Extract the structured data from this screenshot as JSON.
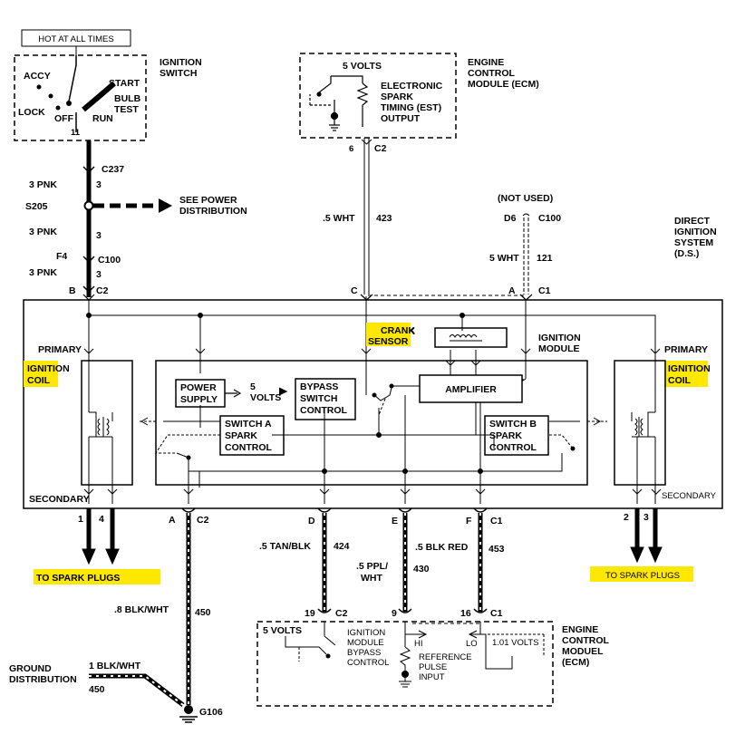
{
  "hot_label": "HOT AT ALL TIMES",
  "ignition_switch": {
    "title1": "IGNITION",
    "title2": "SWITCH",
    "accy": "ACCY",
    "lock": "LOCK",
    "off": "OFF",
    "start": "START",
    "bulb": "BULB",
    "test": "TEST",
    "run": "RUN",
    "pin": "11"
  },
  "ecm_top": {
    "title1": "ENGINE",
    "title2": "CONTROL",
    "title3": "MODULE (ECM)",
    "volts": "5 VOLTS",
    "est1": "ELECTRONIC",
    "est2": "SPARK",
    "est3": "TIMING (EST)",
    "est4": "OUTPUT",
    "pin": "6",
    "conn": "C2"
  },
  "power_circuit": {
    "c237": "C237",
    "pnk1": "3 PNK",
    "pnk1_n": "3",
    "s205": "S205",
    "see1": "SEE POWER",
    "see2": "DISTRIBUTION",
    "pnk2": "3 PNK",
    "pnk2_n": "3",
    "f4": "F4",
    "c100": "C100",
    "pnk3": "3 PNK",
    "pnk3_n": "3",
    "b": "B",
    "c2": "C2"
  },
  "est_wire": {
    "gauge": ".5 WHT",
    "circuit": "423"
  },
  "not_used": {
    "label": "(NOT USED)",
    "d6": "D6",
    "c100": "C100",
    "gauge": "5 WHT",
    "circuit": "121"
  },
  "dis": {
    "title1": "DIRECT",
    "title2": "IGNITION",
    "title3": "SYSTEM",
    "title4": "(D.S.)"
  },
  "module": {
    "pin_c": "C",
    "pin_a": "A",
    "c1": "C1",
    "crank1": "CRANK",
    "crank2": "SENSOR",
    "ign_mod1": "IGNITION",
    "ign_mod2": "MODULE",
    "primary_l": "PRIMARY",
    "coil_l1": "IGNITION",
    "coil_l2": "COIL",
    "primary_r": "PRIMARY",
    "coil_r1": "IGNITION",
    "coil_r2": "COIL",
    "ps1": "POWER",
    "ps2": "SUPPLY",
    "ps_v1": "5",
    "ps_v2": "VOLTS",
    "byp1": "BYPASS",
    "byp2": "SWITCH",
    "byp3": "CONTROL",
    "amp": "AMPLIFIER",
    "swa1": "SWITCH A",
    "swa2": "SPARK",
    "swa3": "CONTROL",
    "swb1": "SWITCH B",
    "swb2": "SPARK",
    "swb3": "CONTROL",
    "secondary_l": "SECONDARY",
    "secondary_r": "SECONDARY"
  },
  "bottom": {
    "p1": "1",
    "p4": "4",
    "pa": "A",
    "c2a": "C2",
    "pd": "D",
    "pe": "E",
    "pf": "F",
    "c1": "C1",
    "p2": "2",
    "p3": "3",
    "plugs_l": "TO SPARK PLUGS",
    "plugs_r": "TO SPARK PLUGS",
    "tan_g": ".5 TAN/BLK",
    "tan_c": "424",
    "ppl_g1": ".5 PPL/",
    "ppl_g2": "WHT",
    "ppl_c": "430",
    "blk_g": ".5 BLK RED",
    "blk_c": "453",
    "bw_g": ".8 BLK/WHT",
    "bw_c": "450",
    "p19": "19",
    "c2b": "C2",
    "p9": "9",
    "p16": "16",
    "c1b": "C1"
  },
  "ecm_bottom": {
    "title1": "ENGINE",
    "title2": "CONTROL",
    "title3": "MODUEL",
    "title4": "(ECM)",
    "volts": "5 VOLTS",
    "imb1": "IGNITION",
    "imb2": "MODULE",
    "imb3": "BYPASS",
    "imb4": "CONTROL",
    "hi": "HI",
    "lo": "LO",
    "ref1": "REFERENCE",
    "ref2": "PULSE",
    "ref3": "INPUT",
    "lo_v": "1.01 VOLTS"
  },
  "ground": {
    "title1": "GROUND",
    "title2": "DISTRIBUTION",
    "wire": "1 BLK/WHT",
    "circuit": "450",
    "g106": "G106"
  },
  "colors": {
    "highlight": "#ffe800",
    "ink": "#000000"
  }
}
